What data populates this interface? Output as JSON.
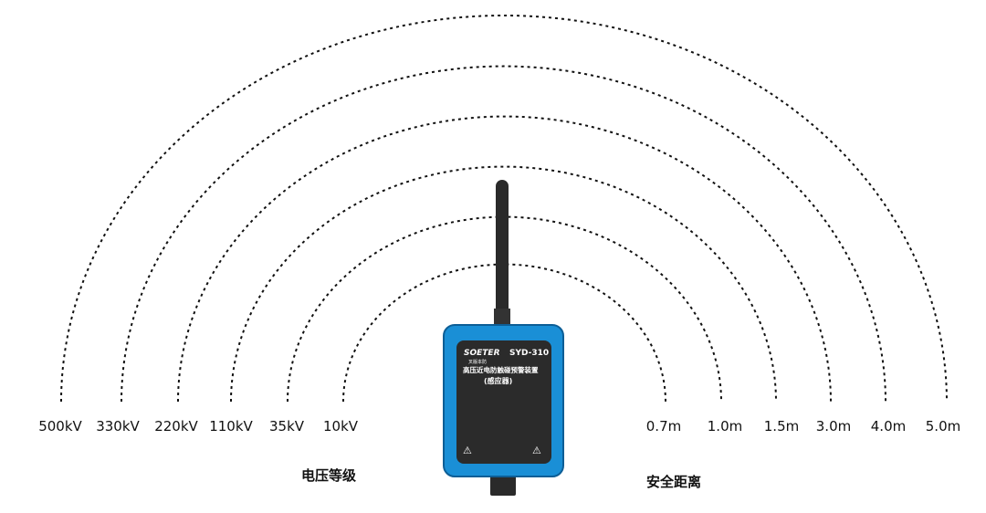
{
  "voltage_levels": [
    "500kV",
    "330kV",
    "220kV",
    "110kV",
    "35kV",
    "10kV"
  ],
  "safe_distances": [
    "0.7m",
    "1.0m",
    "1.5m",
    "3.0m",
    "4.0m",
    "5.0m"
  ],
  "voltage_title": "电压等级",
  "distance_title": "安全距离",
  "device": {
    "logo": "SOETER",
    "logo_sub": "叉版本防",
    "model": "SYD-310",
    "name": "高压近电防触碰预警装置",
    "subtitle": "(感应器)",
    "warning_icon": "⚠",
    "colors": {
      "body": "#1a8fd6",
      "panel": "#2b2b2b"
    }
  }
}
